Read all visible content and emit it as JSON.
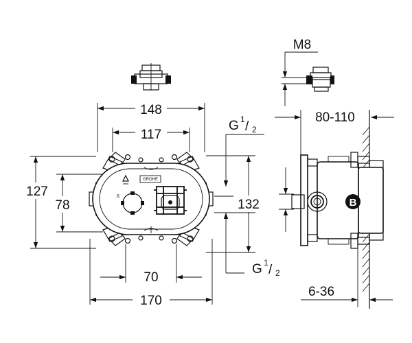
{
  "dimensions": {
    "front": {
      "width_top": "148",
      "width_inner": "117",
      "height_left_outer": "127",
      "height_left_inner": "78",
      "height_right": "132",
      "width_bottom_inner": "70",
      "width_bottom_outer": "170",
      "thread_top": {
        "main": "G",
        "sup": "1",
        "sub": "2"
      },
      "thread_bottom": {
        "main": "G",
        "sup": "1",
        "sub": "2"
      }
    },
    "side": {
      "bolt": "M8",
      "depth_range": "80-110",
      "wall_range": "6-36"
    }
  },
  "marks": {
    "side_badge": "B",
    "brand_label": "GROHE"
  }
}
